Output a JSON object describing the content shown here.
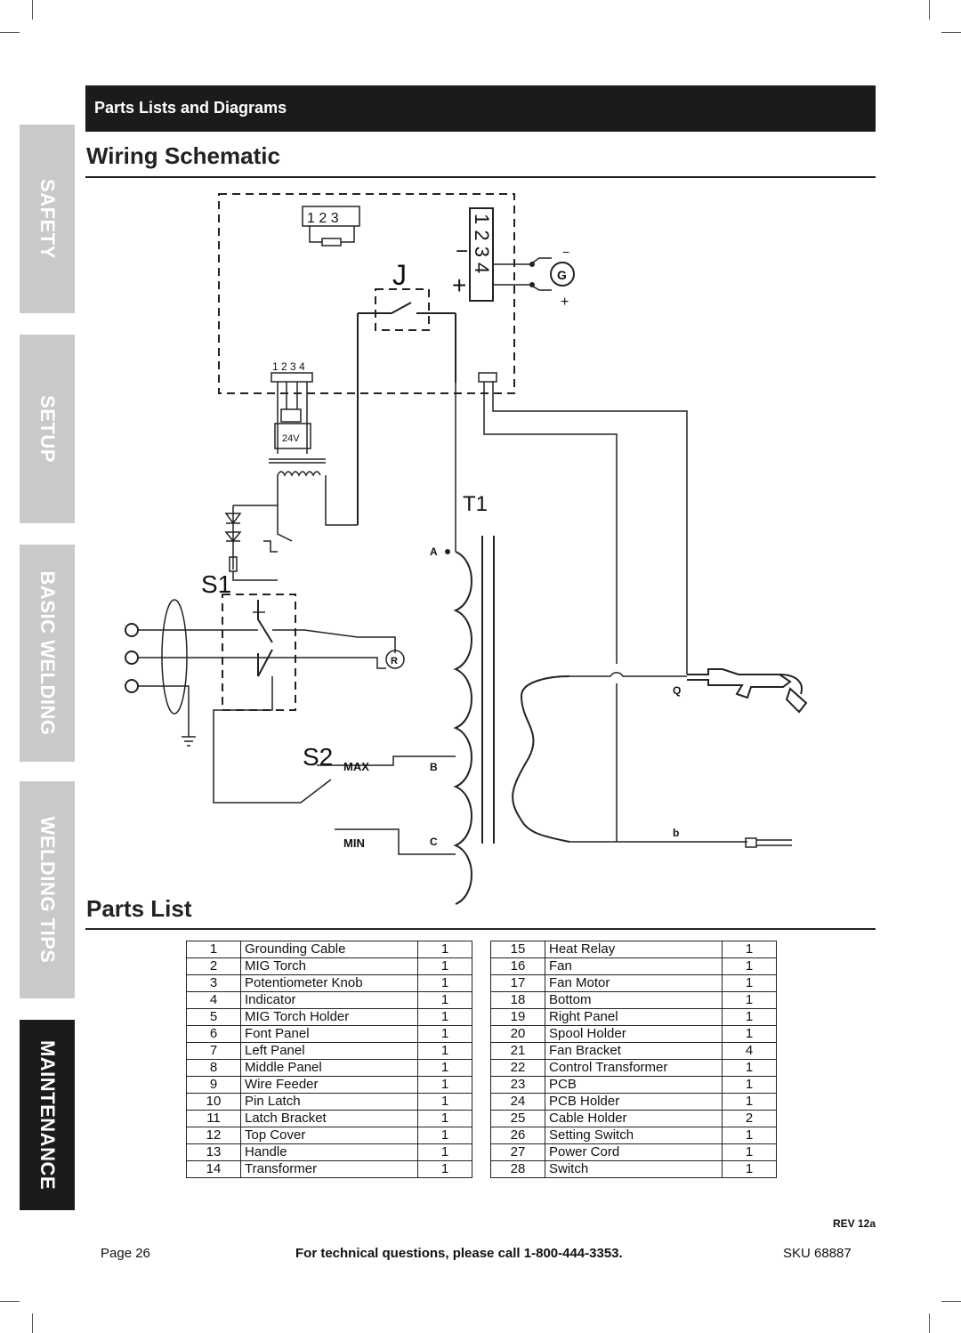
{
  "tabs": [
    {
      "label": "SAFETY",
      "active": false
    },
    {
      "label": "SETUP",
      "active": false
    },
    {
      "label": "BASIC WELDING",
      "active": false
    },
    {
      "label": "WELDING TIPS",
      "active": false
    },
    {
      "label": "MAINTENANCE",
      "active": true
    }
  ],
  "header": {
    "title": "Parts Lists and Diagrams"
  },
  "schematic": {
    "title": "Wiring Schematic",
    "labels": {
      "j": "J",
      "t1": "T1",
      "s1": "S1",
      "s2": "S2",
      "max": "MAX",
      "min": "MIN",
      "a": "A",
      "b": "B",
      "c": "C",
      "q": "Q",
      "b_lower": "b",
      "r": "R",
      "g": "G",
      "v24": "24V",
      "conn_123": "1  2  3",
      "conn_1234_small": "1 2 3 4",
      "conn_1234_big": "1 2 3 4",
      "minus": "−",
      "plus": "+"
    }
  },
  "parts_list": {
    "title": "Parts List",
    "left": [
      {
        "no": "1",
        "desc": "Grounding Cable",
        "qty": "1"
      },
      {
        "no": "2",
        "desc": "MIG Torch",
        "qty": "1"
      },
      {
        "no": "3",
        "desc": "Potentiometer Knob",
        "qty": "1"
      },
      {
        "no": "4",
        "desc": "Indicator",
        "qty": "1"
      },
      {
        "no": "5",
        "desc": "MIG Torch Holder",
        "qty": "1"
      },
      {
        "no": "6",
        "desc": "Font Panel",
        "qty": "1"
      },
      {
        "no": "7",
        "desc": "Left Panel",
        "qty": "1"
      },
      {
        "no": "8",
        "desc": "Middle Panel",
        "qty": "1"
      },
      {
        "no": "9",
        "desc": "Wire Feeder",
        "qty": "1"
      },
      {
        "no": "10",
        "desc": "Pin Latch",
        "qty": "1"
      },
      {
        "no": "11",
        "desc": "Latch Bracket",
        "qty": "1"
      },
      {
        "no": "12",
        "desc": "Top Cover",
        "qty": "1"
      },
      {
        "no": "13",
        "desc": "Handle",
        "qty": "1"
      },
      {
        "no": "14",
        "desc": "Transformer",
        "qty": "1"
      }
    ],
    "right": [
      {
        "no": "15",
        "desc": "Heat Relay",
        "qty": "1"
      },
      {
        "no": "16",
        "desc": "Fan",
        "qty": "1"
      },
      {
        "no": "17",
        "desc": "Fan Motor",
        "qty": "1"
      },
      {
        "no": "18",
        "desc": "Bottom",
        "qty": "1"
      },
      {
        "no": "19",
        "desc": "Right Panel",
        "qty": "1"
      },
      {
        "no": "20",
        "desc": "Spool Holder",
        "qty": "1"
      },
      {
        "no": "21",
        "desc": "Fan Bracket",
        "qty": "4"
      },
      {
        "no": "22",
        "desc": "Control Transformer",
        "qty": "1"
      },
      {
        "no": "23",
        "desc": "PCB",
        "qty": "1"
      },
      {
        "no": "24",
        "desc": "PCB Holder",
        "qty": "1"
      },
      {
        "no": "25",
        "desc": "Cable Holder",
        "qty": "2"
      },
      {
        "no": "26",
        "desc": "Setting Switch",
        "qty": "1"
      },
      {
        "no": "27",
        "desc": "Power Cord",
        "qty": "1"
      },
      {
        "no": "28",
        "desc": "Switch",
        "qty": "1"
      }
    ]
  },
  "footer": {
    "page": "Page 26",
    "question_prefix": "For technical questions, please call ",
    "phone": "1-800-444-3353",
    "question_suffix": ".",
    "sku": "SKU 68887",
    "rev": "REV 12a"
  }
}
